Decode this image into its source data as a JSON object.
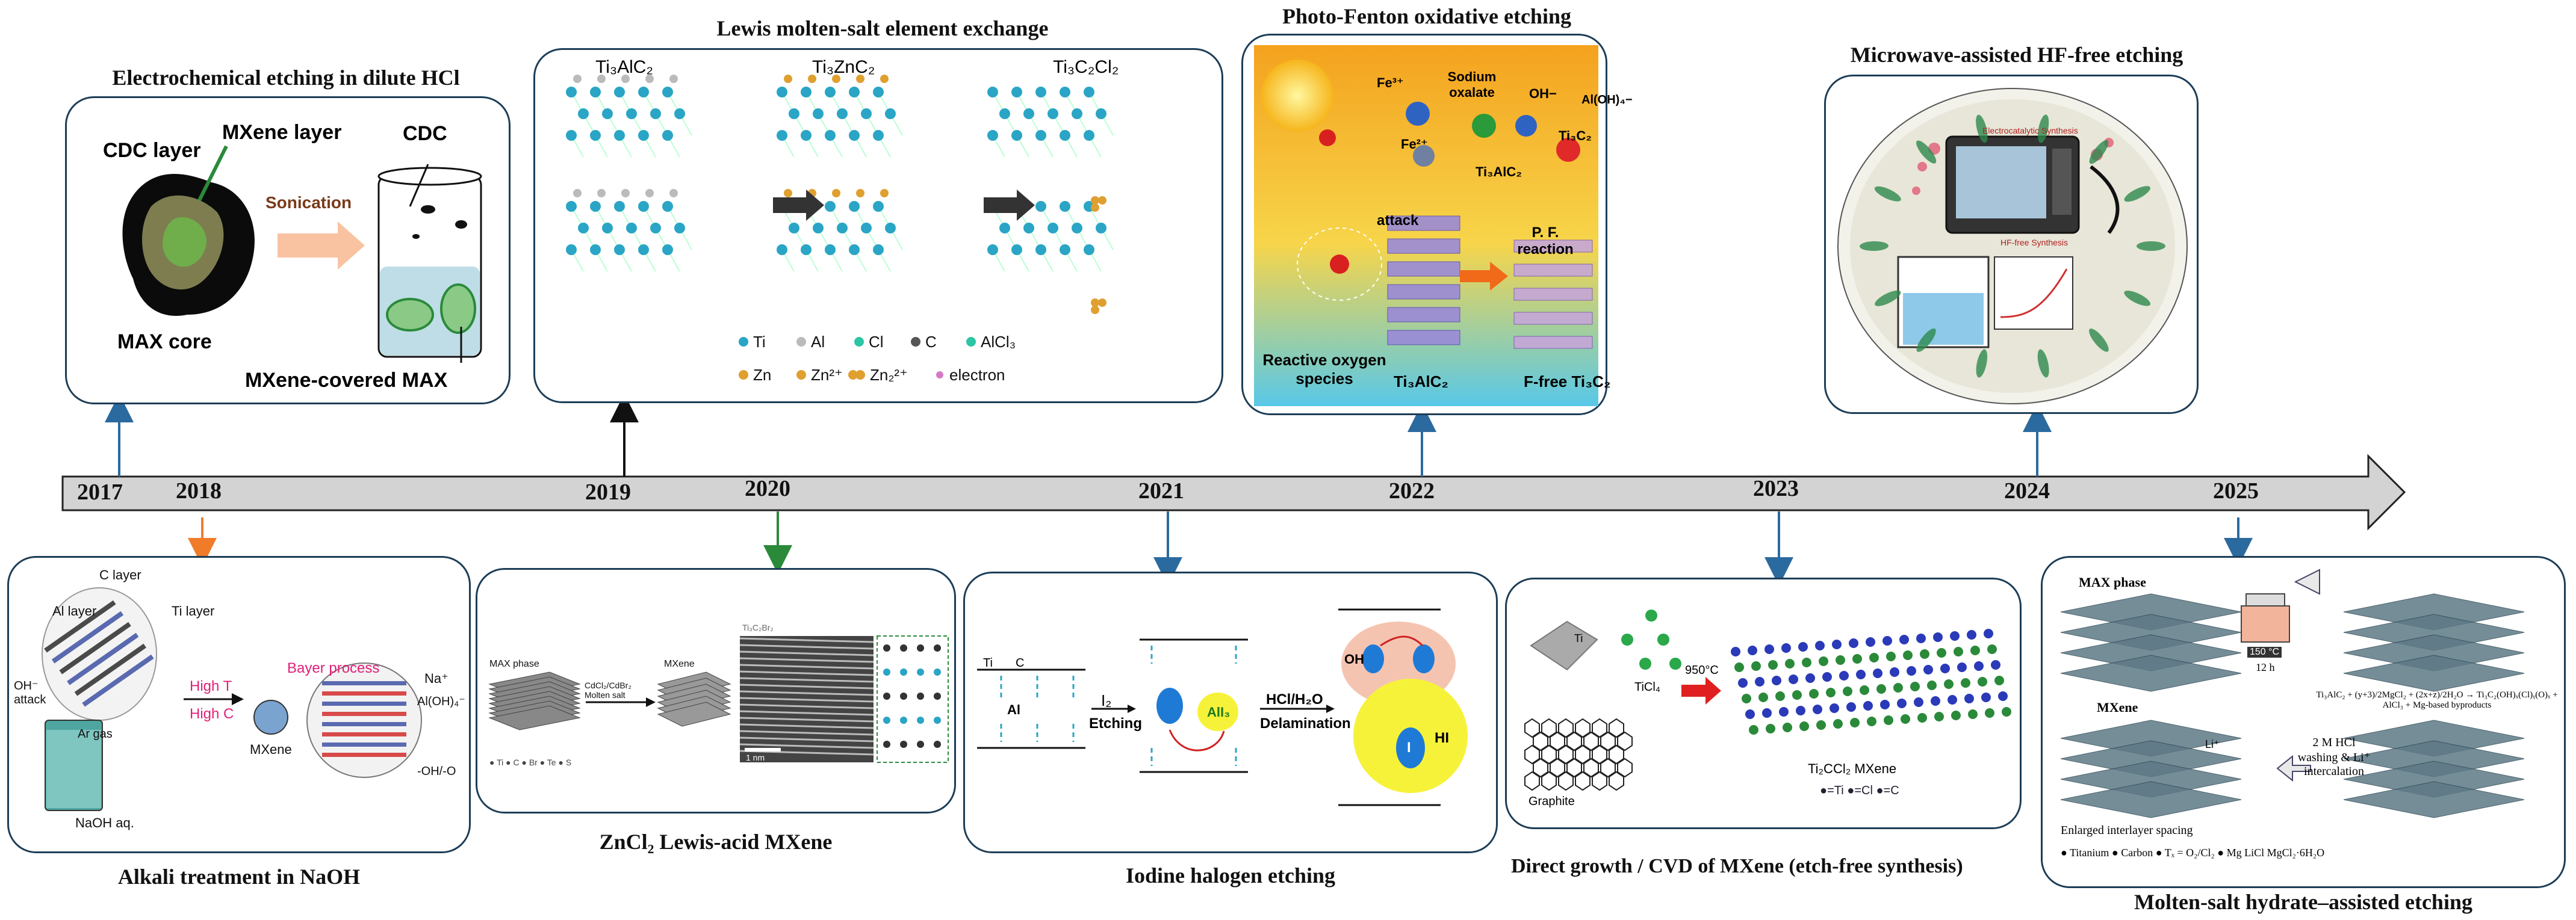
{
  "timeline": {
    "years": [
      "2017",
      "2018",
      "2019",
      "2020",
      "2021",
      "2022",
      "2023",
      "2024",
      "2025"
    ]
  },
  "panels": {
    "electrochemical": {
      "title": "Electrochemical etching in dilute HCl",
      "labels": {
        "cdc_layer": "CDC layer",
        "mxene_layer": "MXene layer",
        "cdc": "CDC",
        "sonication": "Sonication",
        "max_core": "MAX core",
        "mxene_covered_max": "MXene-covered MAX"
      }
    },
    "lewis_exchange": {
      "title": "Lewis molten-salt element exchange",
      "labels": {
        "ti3alc2": "Ti₃AlC₂",
        "ti3znc2": "Ti₃ZnC₂",
        "ti3c2cl2": "Ti₃C₂Cl₂",
        "legend_ti": "Ti",
        "legend_al": "Al",
        "legend_cl": "Cl",
        "legend_c": "C",
        "legend_alcl3": "AlCl₃",
        "legend_zn": "Zn",
        "legend_zn2": "Zn²⁺",
        "legend_zn2_2": "Zn₂²⁺",
        "legend_electron": "electron"
      }
    },
    "photo_fenton": {
      "title": "Photo-Fenton oxidative etching",
      "labels": {
        "fe3": "Fe³⁺",
        "fe2": "Fe²⁺",
        "sodium_oxalate": "Sodium oxalate",
        "oh": "OH−",
        "aloh4": "Al(OH)₄−",
        "ti3c2": "Ti₃C₂",
        "ti3alc2_small": "Ti₃AlC₂",
        "attack": "attack",
        "pf_reaction": "P. F. reaction",
        "reactive_oxygen": "Reactive oxygen species",
        "ti3alc2": "Ti₃AlC₂",
        "f_free": "F-free Ti₃C₂"
      }
    },
    "microwave": {
      "title": "Microwave-assisted HF-free etching",
      "labels": {
        "electrocatalytic": "Electrocatalytic Synthesis",
        "hf_free": "HF-free Synthesis"
      }
    },
    "alkali": {
      "title": "Alkali treatment in NaOH",
      "labels": {
        "c_layer": "C layer",
        "al_layer": "Al layer",
        "ti_layer": "Ti layer",
        "oh_attack": "OH⁻ attack",
        "ar_gas": "Ar gas",
        "naoh": "NaOH aq.",
        "bayer": "Bayer process",
        "high_t": "High T",
        "high_c": "High C",
        "mxene": "MXene",
        "na": "Na⁺",
        "aloh4": "Al(OH)₄⁻",
        "oh_o": "-OH/-O"
      }
    },
    "zncl2": {
      "title": "ZnCl₂ Lewis-acid MXene",
      "labels": {
        "max_phase": "MAX phase",
        "mxene": "MXene",
        "molten": "CdCl₂/CdBr₂ Molten salt",
        "nm": "1 nm",
        "ti3c2br2": "Ti₃C₂Br₂",
        "legend": "● Ti  ● C  ● Br  ● Te  ● S"
      }
    },
    "iodine": {
      "title": "Iodine halogen etching",
      "labels": {
        "i2": "I₂",
        "etching": "Etching",
        "hcl": "HCl/H₂O",
        "delamination": "Delamination",
        "ali3": "AlI₃",
        "al": "Al",
        "oh": "OH",
        "hi": "HI",
        "i": "I",
        "ti": "Ti",
        "c": "C"
      }
    },
    "cvd": {
      "title": "Direct growth / CVD of MXene (etch-free synthesis)",
      "labels": {
        "ti": "Ti",
        "ticl4": "TiCl₄",
        "temp": "950°C",
        "graphite": "Graphite",
        "product": "Ti₂CCl₂ MXene",
        "legend": "●=Ti  ●=Cl  ●=C"
      }
    },
    "molten_hydrate": {
      "title": "Molten-salt hydrate–assisted etching",
      "labels": {
        "max_phase": "MAX phase",
        "temp": "150 °C",
        "time": "12 h",
        "equation": "Ti₃AlC₂ + (y+3)/2MgCl₂ + (2x+z)/2H₂O → Ti₃C₂(OH)ₓ(Cl)ᵧ(O)ₓ + AlCl₃ + Mg-based byproducts",
        "mxene": "MXene",
        "li": "Li⁺",
        "wash": "2 M HCl washing & Li⁺ intercalation",
        "spacing": "Enlarged interlayer spacing",
        "legend": "● Titanium  ● Carbon  ● Tₓ = O₂/Cl₂ ● Mg   LiCl   MgCl₂·6H₂O"
      }
    }
  },
  "colors": {
    "panel_border": "#1c3d57",
    "timeline_fill": "#d3d3d3",
    "connector_blue": "#2b6a9e",
    "connector_orange": "#f07c2a",
    "connector_green": "#2a8a3a",
    "connector_black": "#111111"
  }
}
